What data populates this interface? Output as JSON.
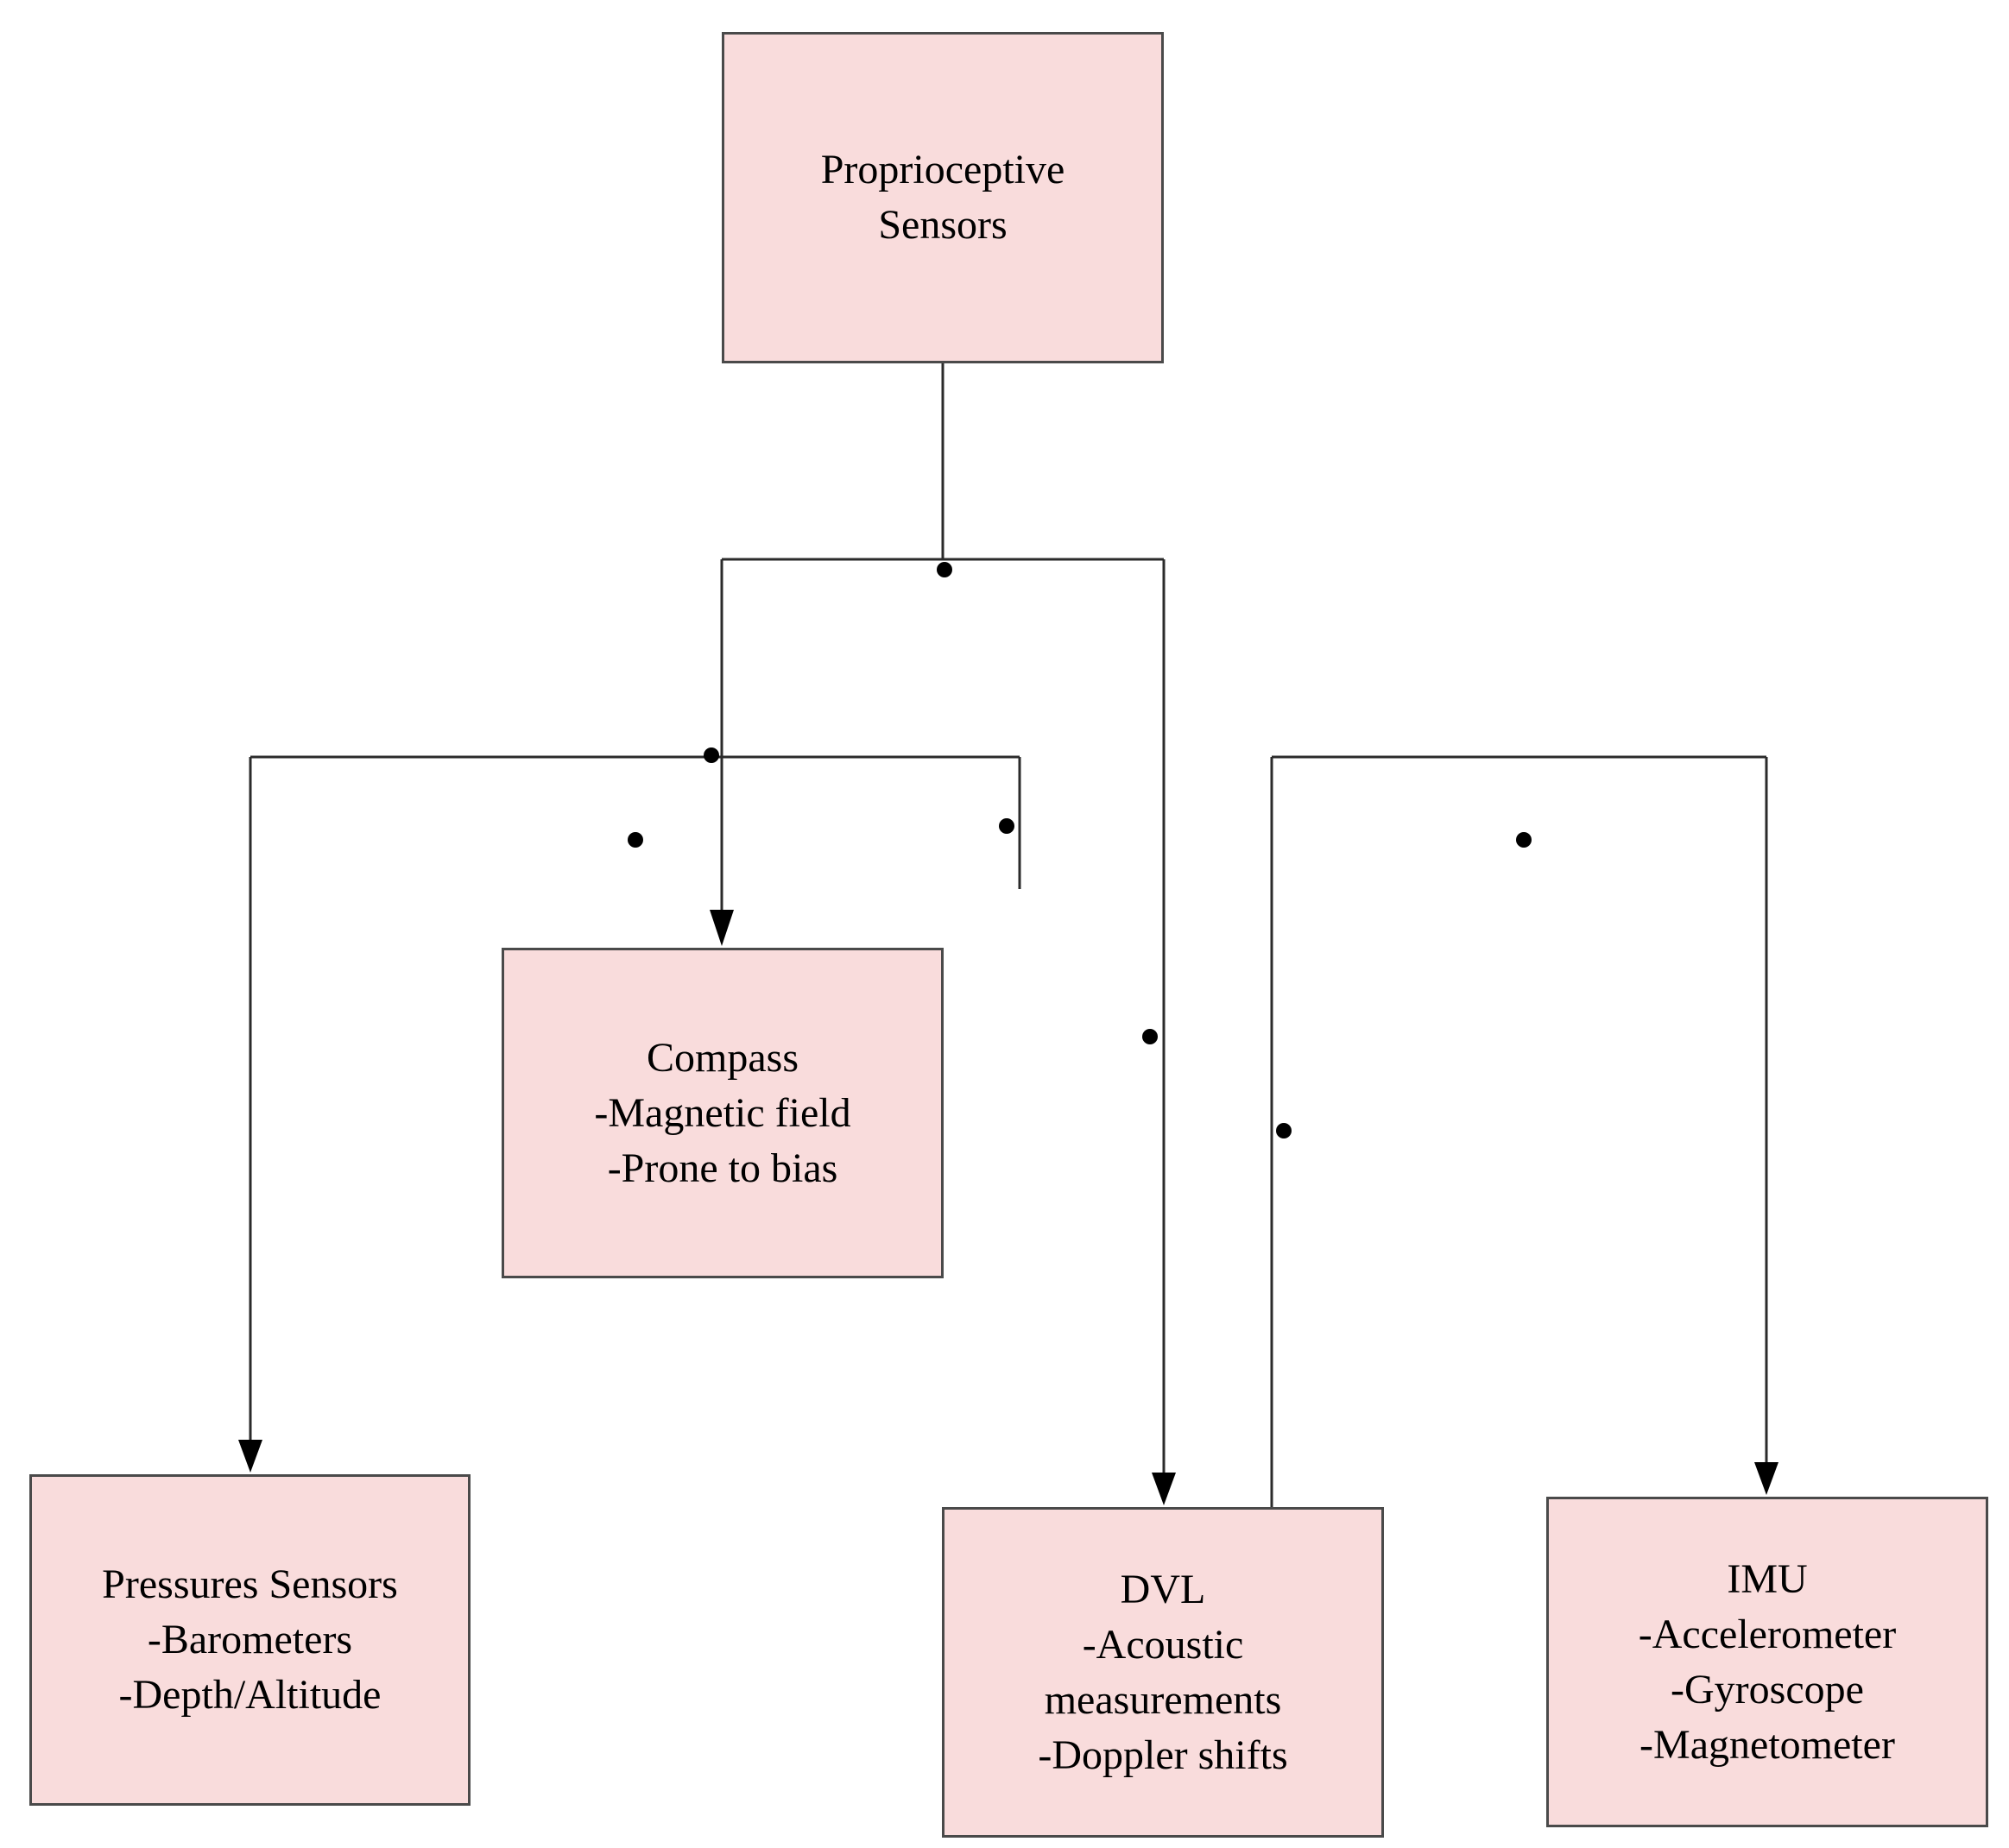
{
  "diagram": {
    "root": {
      "lines": [
        "Proprioceptive",
        "Sensors"
      ]
    },
    "children": [
      {
        "id": "compass",
        "lines": [
          "Compass",
          "-Magnetic field",
          "-Prone to bias"
        ]
      },
      {
        "id": "pressure",
        "lines": [
          "Pressures Sensors",
          "-Barometers",
          "-Depth/Altitude"
        ]
      },
      {
        "id": "dvl",
        "lines": [
          "DVL",
          "-Acoustic",
          "measurements",
          "-Doppler shifts"
        ]
      },
      {
        "id": "imu",
        "lines": [
          "IMU",
          "-Accelerometer",
          "-Gyroscope",
          "-Magnetometer"
        ]
      }
    ],
    "colors": {
      "node_fill": "#f9dcdc",
      "node_border": "#4a4a4a",
      "connector": "#2b2b2b",
      "text": "#000000"
    }
  }
}
